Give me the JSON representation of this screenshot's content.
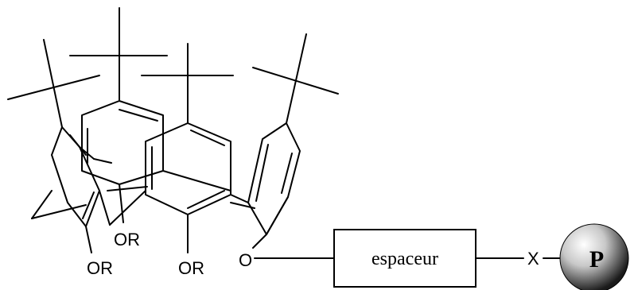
{
  "substituents": {
    "or_1": "OR",
    "or_2": "OR",
    "or_3": "OR",
    "o_linker": "O"
  },
  "spacer_label": "espaceur",
  "link_atom": "X",
  "support_label": "P"
}
